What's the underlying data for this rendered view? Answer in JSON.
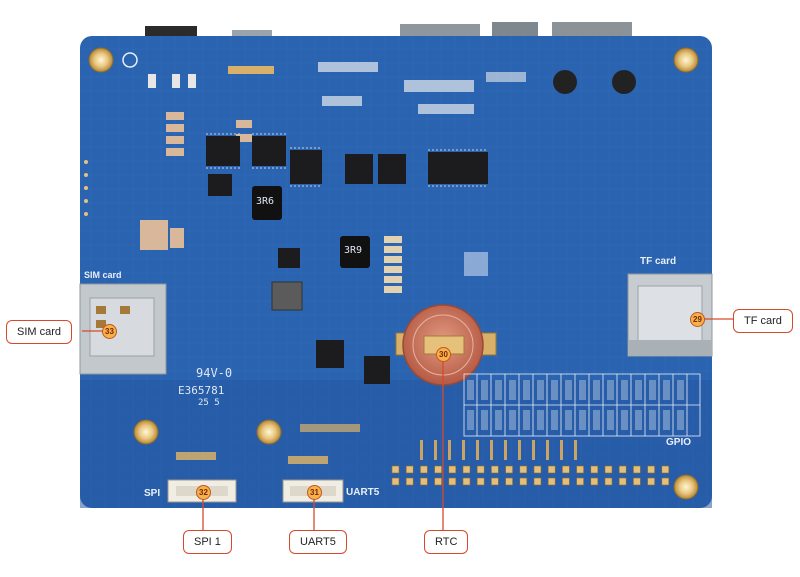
{
  "board": {
    "silkscreen": {
      "sim_card": "SIM card",
      "tf_card": "TF card",
      "gpio": "GPIO",
      "spi": "SPI",
      "uart5": "UART5",
      "rating": "94V-0",
      "cert": "E365781",
      "date_code": "25 5",
      "inductor_a": "3R6",
      "inductor_b": "3R9"
    }
  },
  "callouts": {
    "sim_card": {
      "label": "SIM card",
      "badge": "33"
    },
    "tf_card": {
      "label": "TF card",
      "badge": "29"
    },
    "spi1": {
      "label": "SPI 1",
      "badge": "32"
    },
    "uart5": {
      "label": "UART5",
      "badge": "31"
    },
    "rtc": {
      "label": "RTC",
      "badge": "30"
    }
  },
  "colors": {
    "pcb": "#2a63b0",
    "pcb_dark": "#1f4f95",
    "callout_border": "#d64a2b",
    "gold": "#d9b06a",
    "battery": "#c8705a"
  }
}
